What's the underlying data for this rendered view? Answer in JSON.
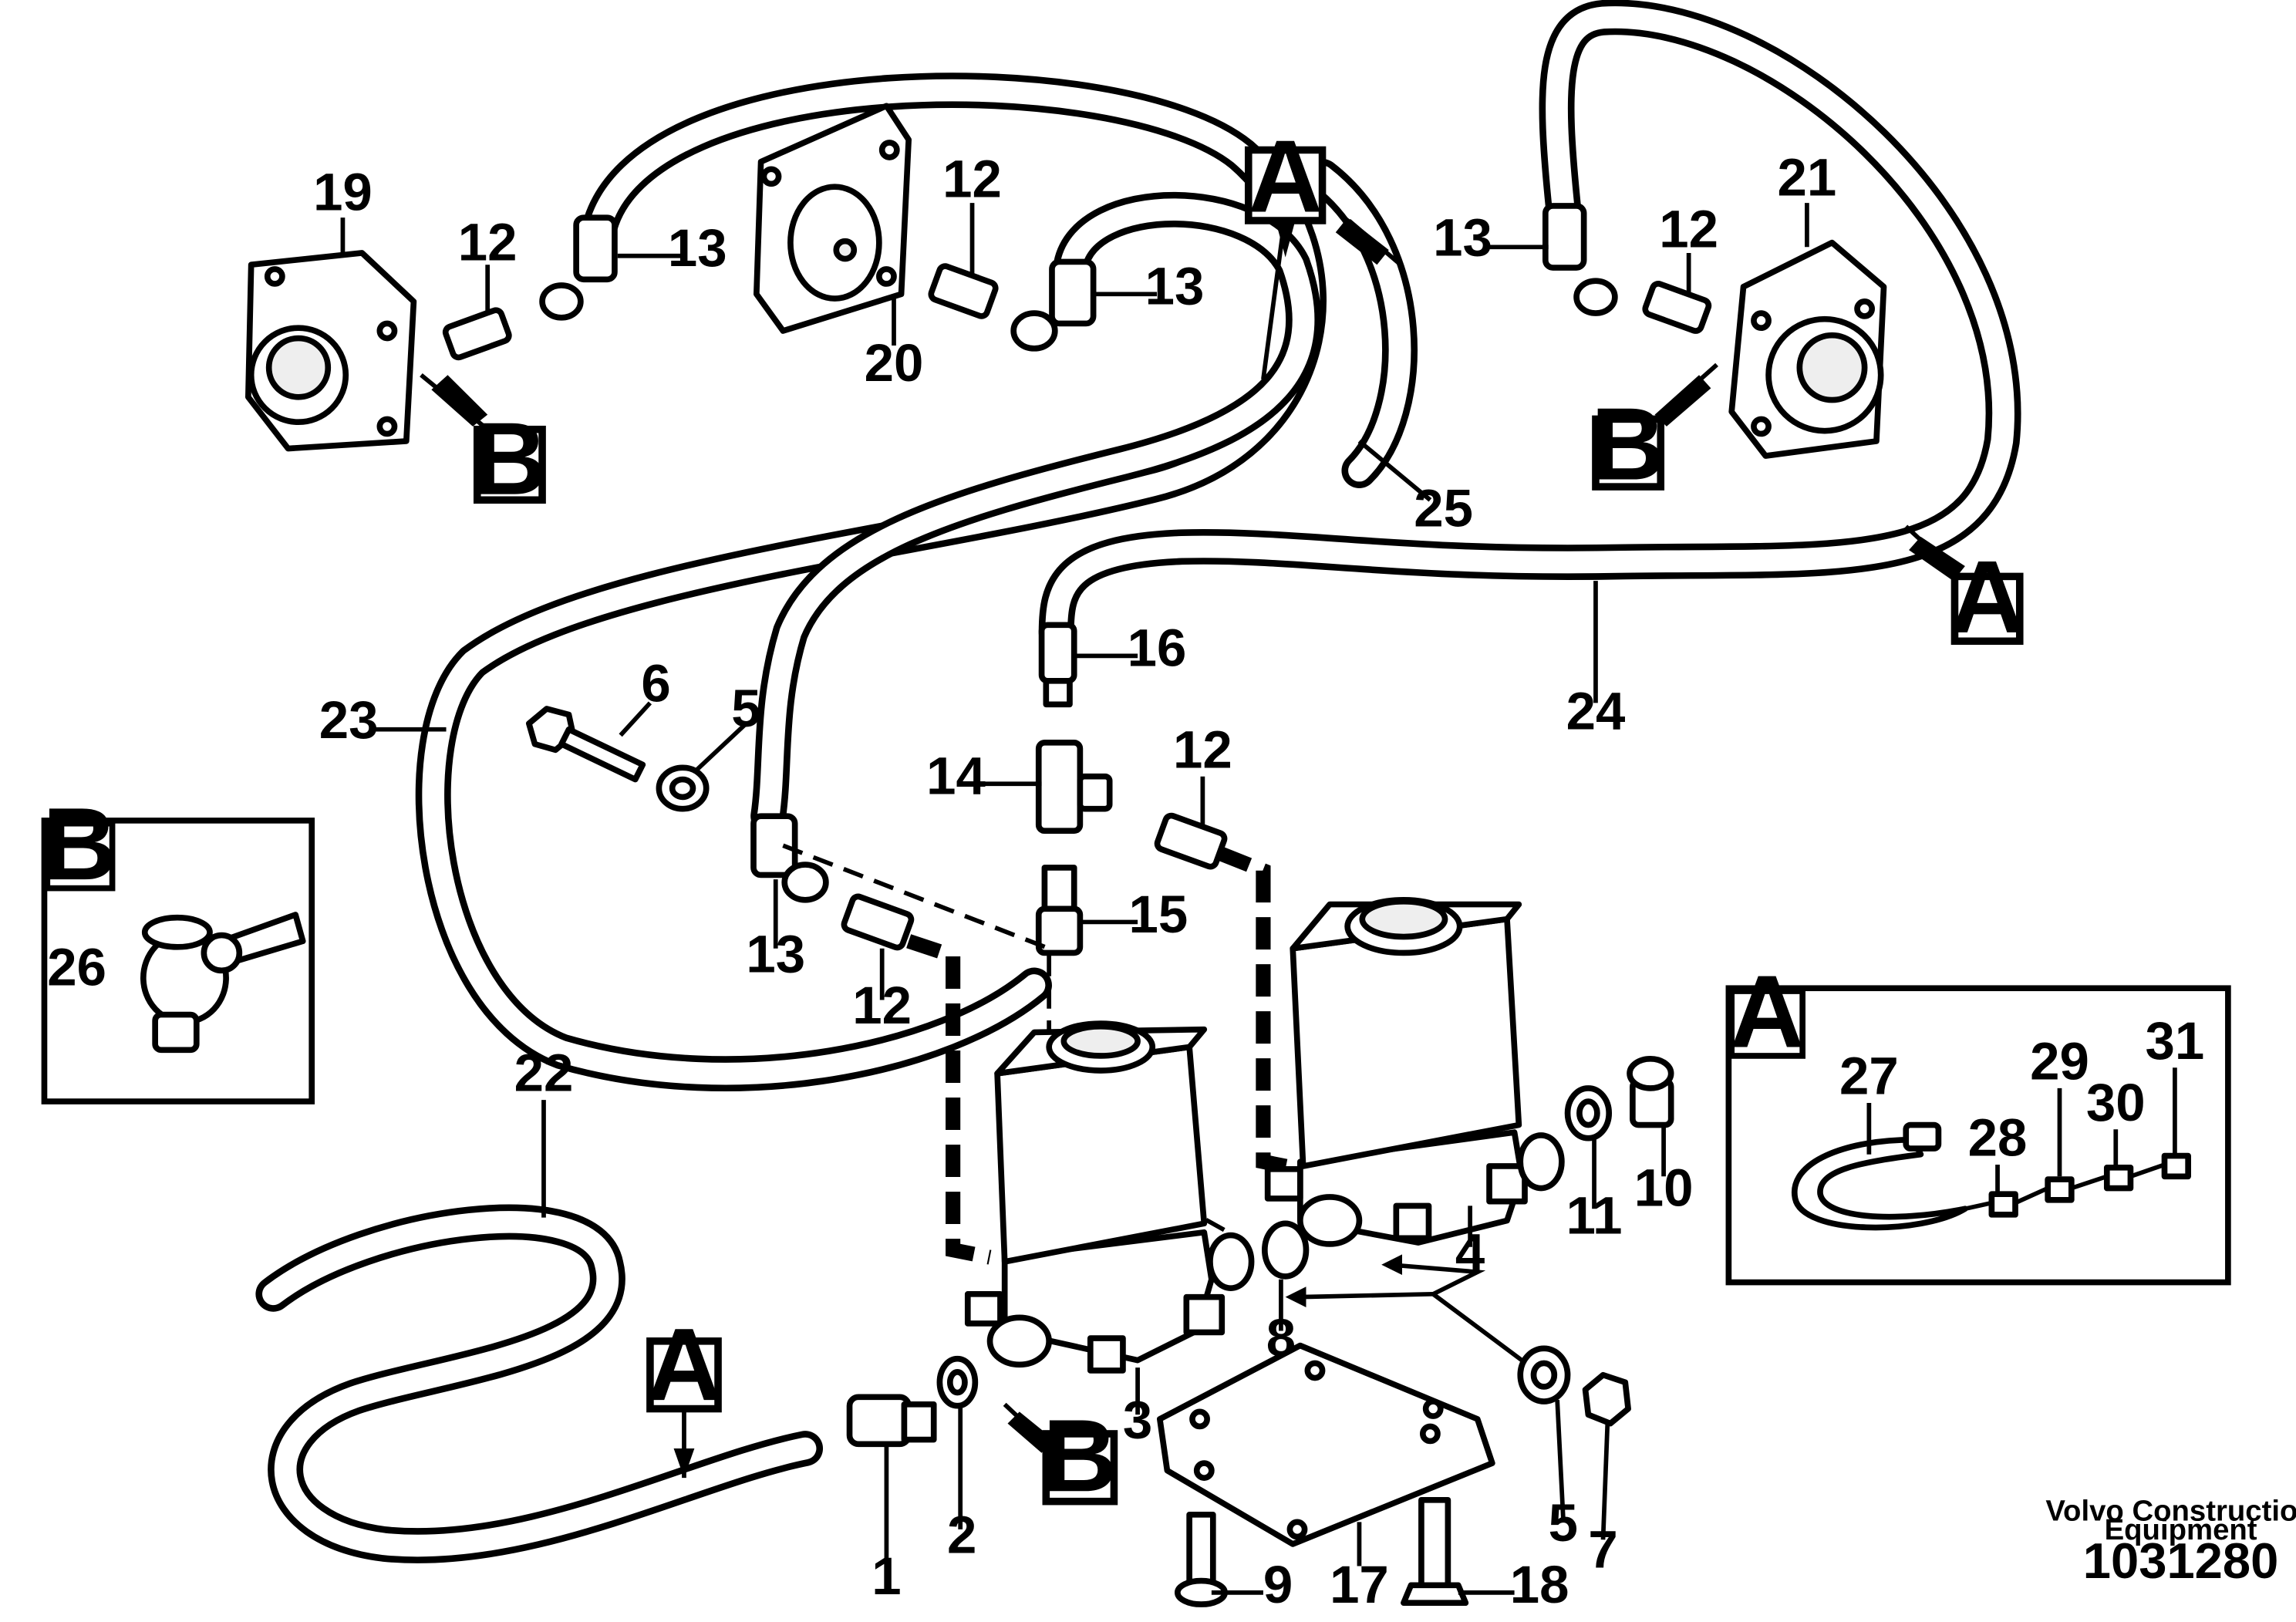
{
  "diagram": {
    "part_numbers": [
      "1",
      "2",
      "3",
      "4",
      "5",
      "5",
      "6",
      "7",
      "8",
      "9",
      "10",
      "11",
      "12",
      "12",
      "12",
      "12",
      "12",
      "13",
      "13",
      "13",
      "13",
      "14",
      "15",
      "16",
      "17",
      "18",
      "19",
      "20",
      "21",
      "22",
      "23",
      "24",
      "25",
      "26",
      "27",
      "28",
      "29",
      "30",
      "31"
    ],
    "callouts": [
      "A",
      "B"
    ],
    "detail_boxes": [
      {
        "letter": "B",
        "parts": [
          "26"
        ]
      },
      {
        "letter": "A",
        "parts": [
          "27",
          "28",
          "29",
          "30",
          "31"
        ]
      }
    ],
    "footer_line1": "Volvo Construction",
    "footer_line2": "Equipment",
    "document_number": "1031280"
  }
}
